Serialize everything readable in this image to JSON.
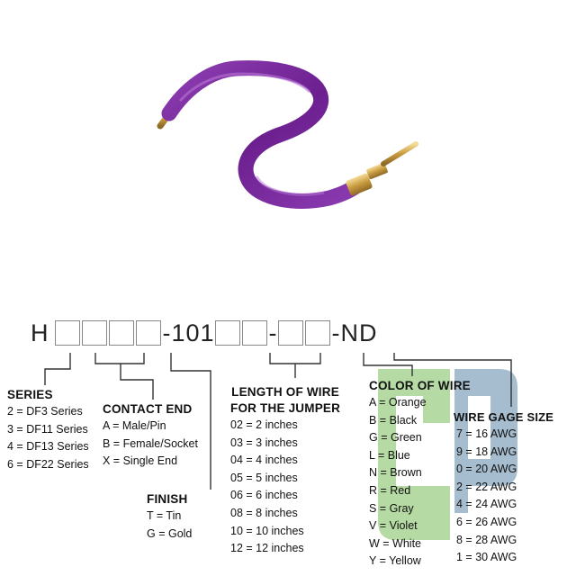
{
  "part_number": {
    "prefix": "H",
    "middle": "-101",
    "dash": "-",
    "suffix": "-ND"
  },
  "series": {
    "heading": "SERIES",
    "items": [
      "2 = DF3 Series",
      "3 = DF11 Series",
      "4 = DF13 Series",
      "6 = DF22 Series"
    ]
  },
  "contact_end": {
    "heading": "CONTACT END",
    "items": [
      "A = Male/Pin",
      "B = Female/Socket",
      "X = Single End"
    ]
  },
  "finish": {
    "heading": "FINISH",
    "items": [
      "T = Tin",
      "G = Gold"
    ]
  },
  "length": {
    "heading_line1": "LENGTH OF WIRE",
    "heading_line2": "FOR THE JUMPER",
    "items": [
      "02 = 2 inches",
      "03 = 3 inches",
      "04 = 4 inches",
      "05 = 5 inches",
      "06 = 6 inches",
      "08 = 8 inches",
      "10 = 10 inches",
      "12 = 12 inches"
    ]
  },
  "color_of_wire": {
    "heading": "COLOR OF WIRE",
    "items": [
      "A = Orange",
      "B = Black",
      "G = Green",
      "L = Blue",
      "N = Brown",
      "R = Red",
      "S = Gray",
      "V = Violet",
      "W = White",
      "Y = Yellow"
    ]
  },
  "wire_gage": {
    "heading": "WIRE GAGE SIZE",
    "items": [
      "7 = 16 AWG",
      "9 = 18 AWG",
      "0 = 20 AWG",
      "2 = 22 AWG",
      "4 = 24 AWG",
      "6 = 26 AWG",
      "8 = 28 AWG",
      "1 = 30 AWG"
    ]
  },
  "colors": {
    "wire": "#7a2a9c",
    "wire_highlight": "#b06ad0",
    "gold": "#d9b25a",
    "watermark_green": "#9fd08a",
    "watermark_blue": "#7fa0b8"
  }
}
